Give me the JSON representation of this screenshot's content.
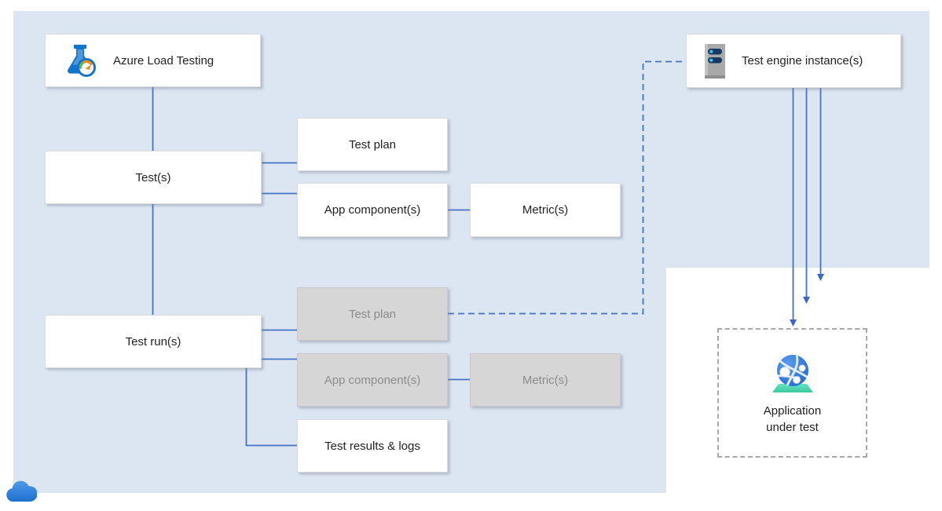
{
  "colors": {
    "canvas_bg": "#ffffff",
    "panel_bg": "#dce6f2",
    "connector_blue": "#4472c4",
    "inactive_fill": "#d6d6d6",
    "inactive_text": "#8c8c8c",
    "dashed_border": "#a8a8a8",
    "flask_blue": "#1374cc",
    "globe_blue": "#2f7fe0",
    "base_teal": "#4ed8b0",
    "cloud_blue": "#2e7fd9"
  },
  "nodes": {
    "azure_load_testing": {
      "label": "Azure Load Testing",
      "icon": "load-testing-flask-icon"
    },
    "test_engine": {
      "label": "Test engine instance(s)",
      "icon": "server-icon"
    },
    "tests": {
      "label": "Test(s)"
    },
    "test_runs": {
      "label": "Test run(s)"
    },
    "test_plan_config": {
      "label": "Test plan"
    },
    "app_components_config": {
      "label": "App component(s)"
    },
    "metrics_config": {
      "label": "Metric(s)"
    },
    "test_plan_run": {
      "label": "Test plan"
    },
    "app_components_run": {
      "label": "App component(s)"
    },
    "metrics_run": {
      "label": "Metric(s)"
    },
    "test_results": {
      "label": "Test results & logs"
    },
    "application_under_test": {
      "label": "Application under test",
      "icon": "web-app-globe-icon"
    }
  },
  "decorations": {
    "cloud_icon": "azure-cloud-icon"
  }
}
